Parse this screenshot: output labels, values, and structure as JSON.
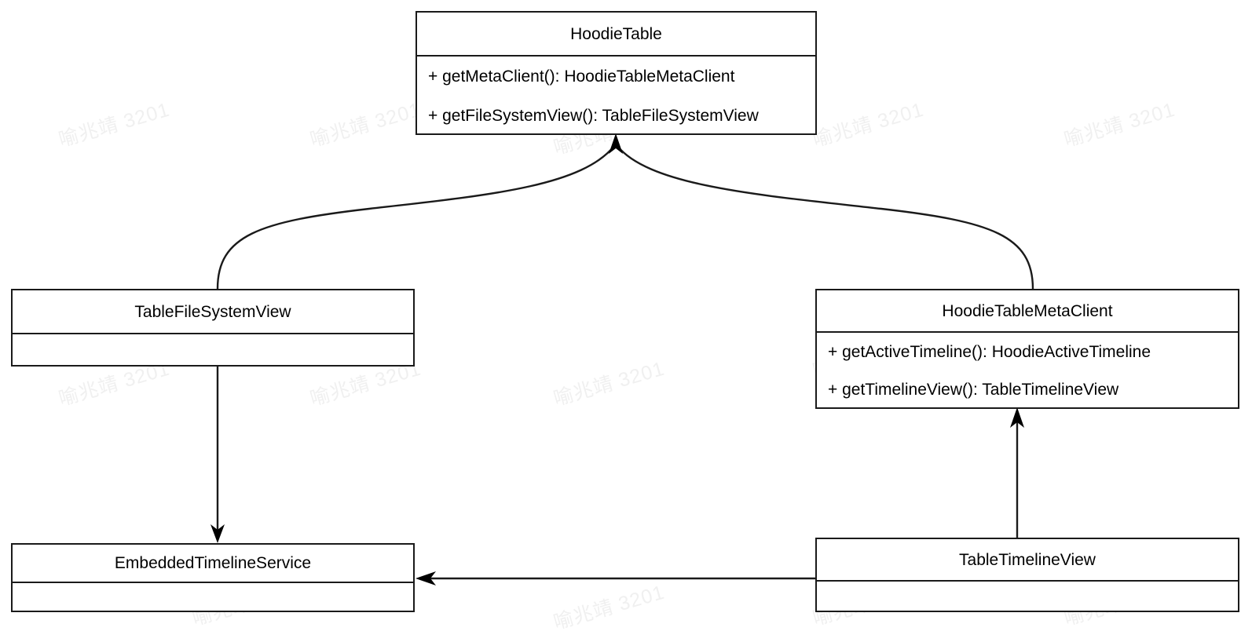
{
  "diagram": {
    "type": "uml-class-diagram",
    "background_color": "#ffffff",
    "line_color": "#1a1a1a",
    "text_color": "#000000",
    "watermark": {
      "text": "喻兆靖 3201",
      "color": "#f0f0f0"
    },
    "classes": [
      {
        "id": "hoodie-table",
        "name": "HoodieTable",
        "members": [
          "+ getMetaClient(): HoodieTableMetaClient",
          "+ getFileSystemView(): TableFileSystemView"
        ]
      },
      {
        "id": "table-file-system-view",
        "name": "TableFileSystemView",
        "members": []
      },
      {
        "id": "hoodie-table-meta-client",
        "name": "HoodieTableMetaClient",
        "members": [
          "+ getActiveTimeline(): HoodieActiveTimeline",
          "+ getTimelineView(): TableTimelineView"
        ]
      },
      {
        "id": "embedded-timeline-service",
        "name": "EmbeddedTimelineService",
        "members": []
      },
      {
        "id": "table-timeline-view",
        "name": "TableTimelineView",
        "members": []
      }
    ],
    "relations": [
      {
        "from": "TableFileSystemView",
        "to": "HoodieTable",
        "style": "curved",
        "arrow": "open-arrow"
      },
      {
        "from": "HoodieTableMetaClient",
        "to": "HoodieTable",
        "style": "curved",
        "arrow": "open-arrow"
      },
      {
        "from": "TableFileSystemView",
        "to": "EmbeddedTimelineService",
        "style": "straight",
        "arrow": "open-arrow"
      },
      {
        "from": "TableTimelineView",
        "to": "HoodieTableMetaClient",
        "style": "straight",
        "arrow": "open-arrow"
      },
      {
        "from": "TableTimelineView",
        "to": "EmbeddedTimelineService",
        "style": "straight",
        "arrow": "open-arrow"
      }
    ]
  }
}
